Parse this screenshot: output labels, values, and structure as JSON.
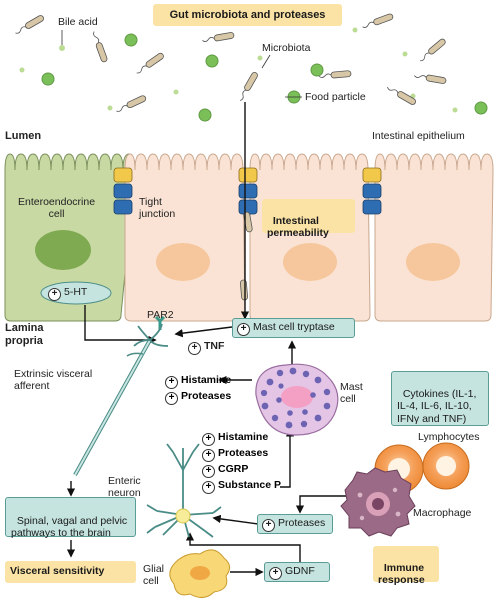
{
  "title": "Gut microbiota and proteases",
  "labels": {
    "bile_acid": "Bile acid",
    "microbiota": "Microbiota",
    "food_particle": "Food particle",
    "lumen": "Lumen",
    "intestinal_epithelium": "Intestinal epithelium",
    "enteroendocrine_cell": "Enteroendocrine\ncell",
    "tight_junction": "Tight\njunction",
    "intestinal_permeability": "Intestinal\npermeability",
    "five_ht": "5-HT",
    "par2": "PAR2",
    "lamina_propria": "Lamina\npropria",
    "mast_cell_tryptase": "Mast cell tryptase",
    "tnf": "TNF",
    "extrinsic_visceral_afferent": "Extrinsic visceral\nafferent",
    "mast_cell": "Mast\ncell",
    "cytokines": "Cytokines (IL-1,\nIL-4, IL-6, IL-10,\nIFNγ and TNF)",
    "lymphocytes": "Lymphocytes",
    "enteric_neuron": "Enteric\nneuron",
    "macrophage": "Macrophage",
    "proteases_box": "Proteases",
    "spinal_pathways": "Spinal, vagal and pelvic\npathways to the brain",
    "visceral_sensitivity": "Visceral sensitivity",
    "glial_cell": "Glial\ncell",
    "gdnf": "GDNF",
    "immune_response": "Immune\nresponse",
    "plus_sign": "+"
  },
  "mast_cell_outputs": [
    "Histamine",
    "Proteases"
  ],
  "enteric_neuron_outputs": [
    "Histamine",
    "Proteases",
    "CGRP",
    "Substance P"
  ],
  "colors": {
    "title_fill": "#fbe3a6",
    "enteroendocrine_cell": "#c8d9a4",
    "epithelial_cell": "#fae3d4",
    "nucleus": "#f6c79c",
    "teal_box": "#c5e4df",
    "mast_cell": "#ce9fd0",
    "lymphocyte": "#f2923f",
    "macrophage": "#9b6a86",
    "food_particle": "#7bbf58"
  }
}
